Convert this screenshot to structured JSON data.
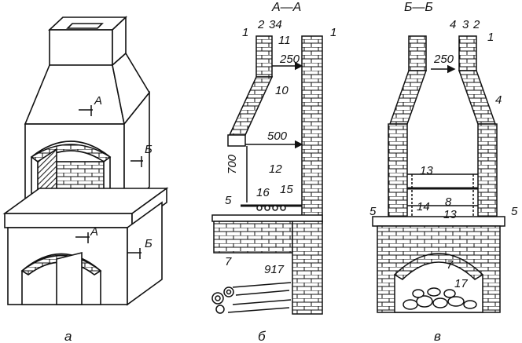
{
  "captions": {
    "a": "а",
    "b": "б",
    "v": "в"
  },
  "section_titles": {
    "aa": "А—А",
    "bb": "Б—Б"
  },
  "view_a": {
    "cut_marks": [
      {
        "label": "А"
      },
      {
        "label": "Б"
      },
      {
        "label": "А"
      },
      {
        "label": "Б"
      }
    ]
  },
  "view_b": {
    "labels": [
      "1",
      "2",
      "34",
      "11",
      "1",
      "10",
      "12",
      "5",
      "16",
      "15",
      "7",
      "917"
    ],
    "dimensions": [
      "250",
      "500",
      "700"
    ]
  },
  "view_v": {
    "labels": [
      "4",
      "3",
      "2",
      "1",
      "4",
      "13",
      "8",
      "14",
      "13",
      "5",
      "5",
      "7",
      "17"
    ],
    "dimensions": [
      "250"
    ]
  },
  "colors": {
    "line": "#111111",
    "background": "#ffffff",
    "hatch": "#222222"
  }
}
